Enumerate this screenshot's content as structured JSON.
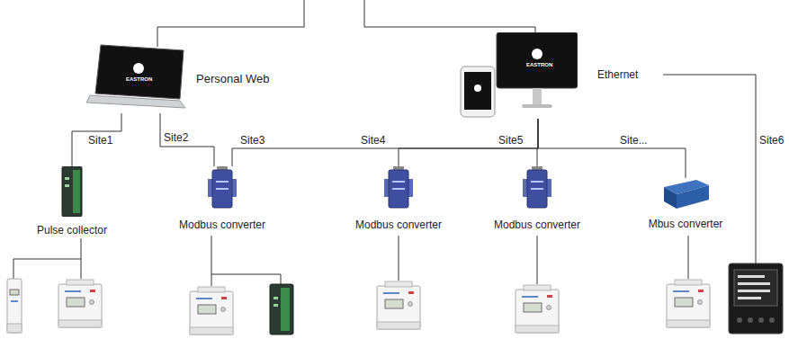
{
  "diagram": {
    "nodes": [
      {
        "text": [
          "EASTRON",
          "Personal Web"
        ]
      },
      {
        "text": [
          "EASTRON"
        ]
      },
      {
        "text": [
          "Pulse collector"
        ]
      },
      {
        "text": [
          "Modbus converter"
        ]
      },
      {
        "text": [
          "Modbus converter"
        ]
      },
      {
        "text": [
          "Modbus converter"
        ]
      },
      {
        "text": [
          "Mbus converter"
        ]
      }
    ],
    "edges": [
      {
        "from": 0,
        "to": 2,
        "arrow": "none",
        "label": "Site1"
      },
      {
        "from": 0,
        "to": 3,
        "arrow": "none",
        "label": "Site2"
      },
      {
        "from": 1,
        "to": 3,
        "arrow": "none",
        "label": "Site3"
      },
      {
        "from": 1,
        "to": 4,
        "arrow": "none",
        "label": "Site4"
      },
      {
        "from": 1,
        "to": 5,
        "arrow": "none",
        "label": "Site5"
      },
      {
        "from": 1,
        "to": 6,
        "arrow": "none",
        "label": "Site..."
      }
    ],
    "labels": [
      "Ethernet",
      "Site6"
    ]
  }
}
